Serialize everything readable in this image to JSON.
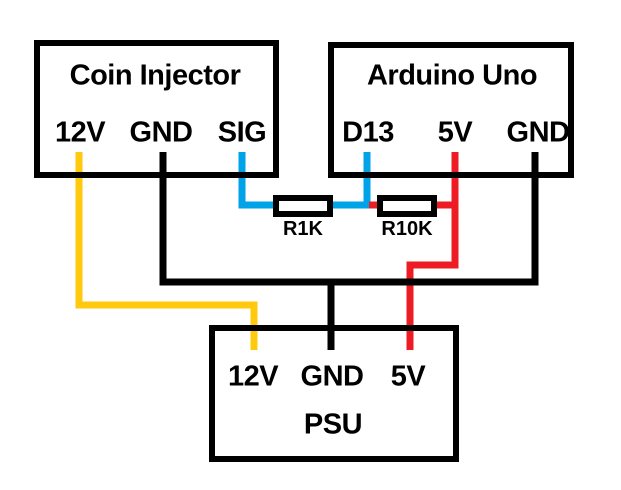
{
  "colors": {
    "wire_sig_blue": "#00A2E8",
    "wire_5v_red": "#ED1C24",
    "wire_12v_yellow": "#FFC90E",
    "wire_gnd_black": "#000000"
  },
  "boxes": {
    "coin_injector": {
      "title": "Coin Injector",
      "pins": {
        "p12v": "12V",
        "gnd": "GND",
        "sig": "SIG"
      }
    },
    "arduino_uno": {
      "title": "Arduino Uno",
      "pins": {
        "d13": "D13",
        "p5v": "5V",
        "gnd": "GND"
      }
    },
    "psu": {
      "title": "PSU",
      "pins": {
        "p12v": "12V",
        "gnd": "GND",
        "p5v": "5V"
      }
    }
  },
  "resistors": {
    "r1k": "R1K",
    "r10k": "R10K"
  }
}
